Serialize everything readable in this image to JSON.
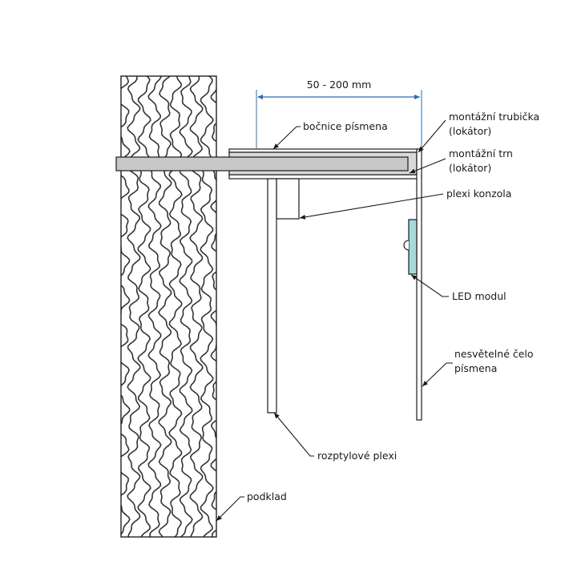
{
  "dimension": {
    "text": "50 - 200 mm",
    "color": "#2b6cb0"
  },
  "labels": {
    "bocnice": "bočnice písmena",
    "trubicka_1": "montážní trubička",
    "trubicka_2": "(lokátor)",
    "trn_1": "montážní trn",
    "trn_2": "(lokátor)",
    "konzola": "plexi konzola",
    "led": "LED modul",
    "celo_1": "nesvětelné čelo",
    "celo_2": "písmena",
    "plexi": "rozptylové plexi",
    "podklad": "podklad"
  },
  "colors": {
    "wall_texture": "#333333",
    "rod_fill": "#c8c8c8",
    "tube_fill": "#d9d9d9",
    "led_fill": "#a8d8dc",
    "line": "#1a1a1a"
  }
}
